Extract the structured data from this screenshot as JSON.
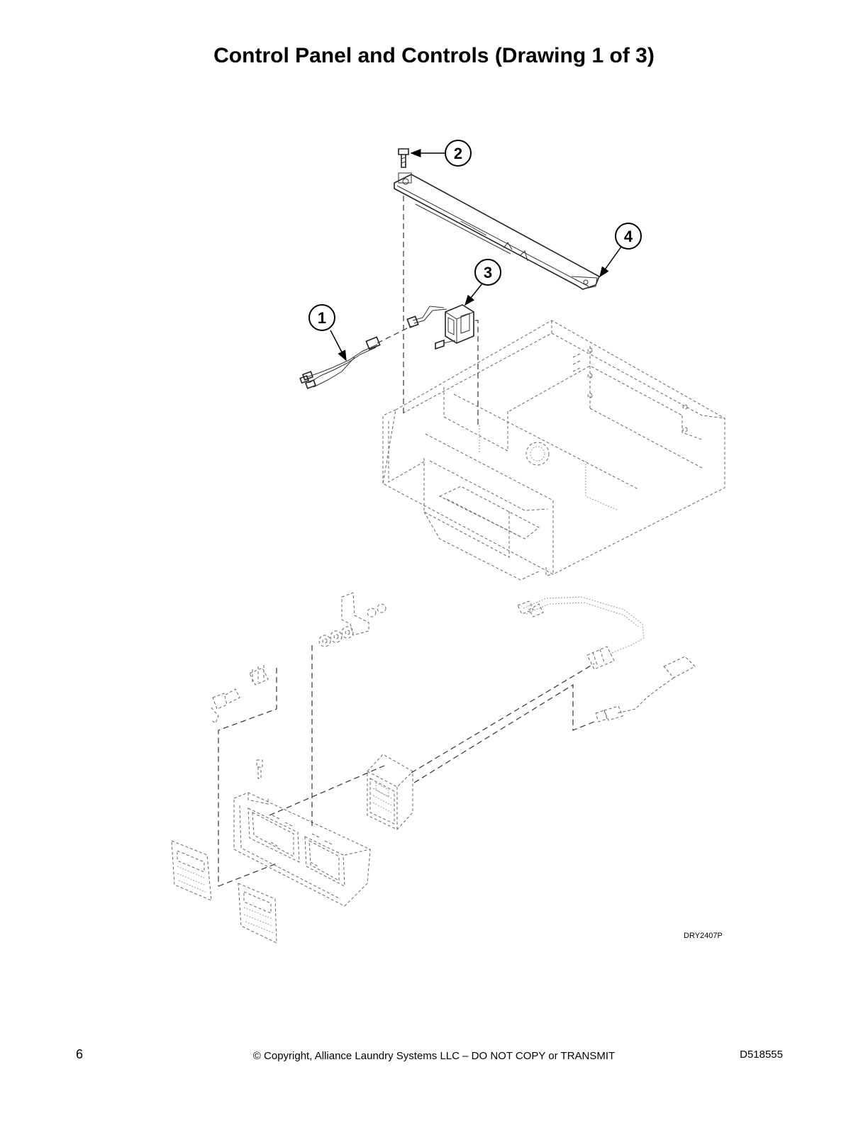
{
  "page": {
    "title": "Control Panel and Controls (Drawing 1 of 3)",
    "drawing_code": "DRY2407P",
    "footer": {
      "page_number": "6",
      "copyright": "© Copyright, Alliance Laundry Systems LLC – DO NOT COPY or TRANSMIT",
      "document_number": "D518555"
    }
  },
  "callouts": [
    {
      "number": "1"
    },
    {
      "number": "2"
    },
    {
      "number": "3"
    },
    {
      "number": "4"
    }
  ]
}
